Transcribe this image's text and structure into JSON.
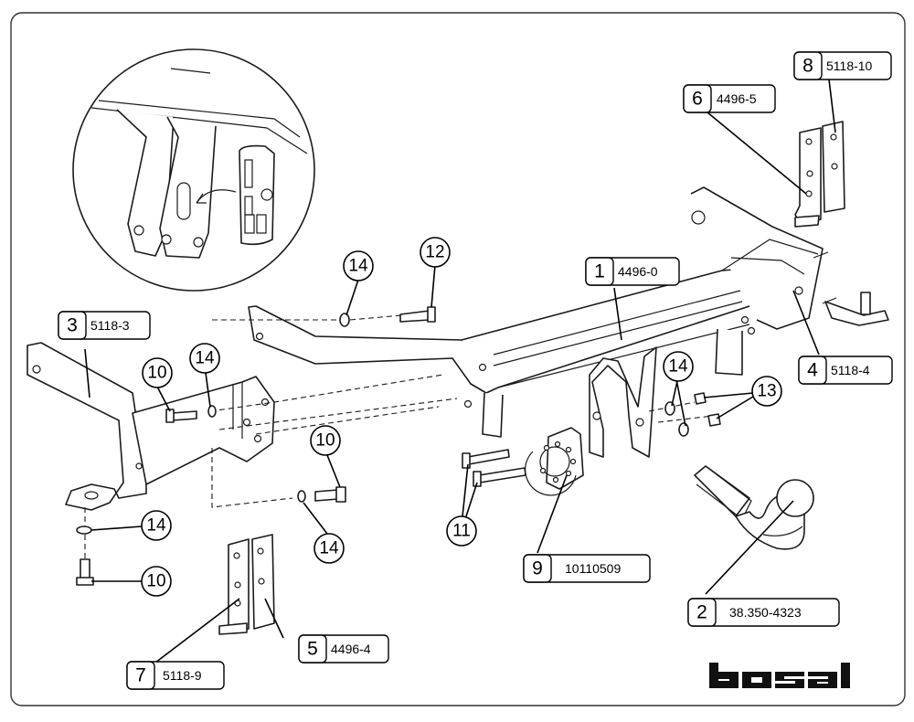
{
  "brand": "bosal",
  "part_labels": [
    {
      "number": "1",
      "code": "4496-0"
    },
    {
      "number": "2",
      "code": "38.350-4323"
    },
    {
      "number": "3",
      "code": "5118-3"
    },
    {
      "number": "4",
      "code": "5118-4"
    },
    {
      "number": "5",
      "code": "4496-4"
    },
    {
      "number": "6",
      "code": "4496-5"
    },
    {
      "number": "7",
      "code": "5118-9"
    },
    {
      "number": "8",
      "code": "5118-10"
    },
    {
      "number": "9",
      "code": "10110509"
    }
  ],
  "callouts": [
    {
      "number": "14"
    },
    {
      "number": "12"
    },
    {
      "number": "10"
    },
    {
      "number": "14"
    },
    {
      "number": "14"
    },
    {
      "number": "13"
    },
    {
      "number": "10"
    },
    {
      "number": "11"
    },
    {
      "number": "14"
    },
    {
      "number": "14"
    },
    {
      "number": "10"
    }
  ]
}
